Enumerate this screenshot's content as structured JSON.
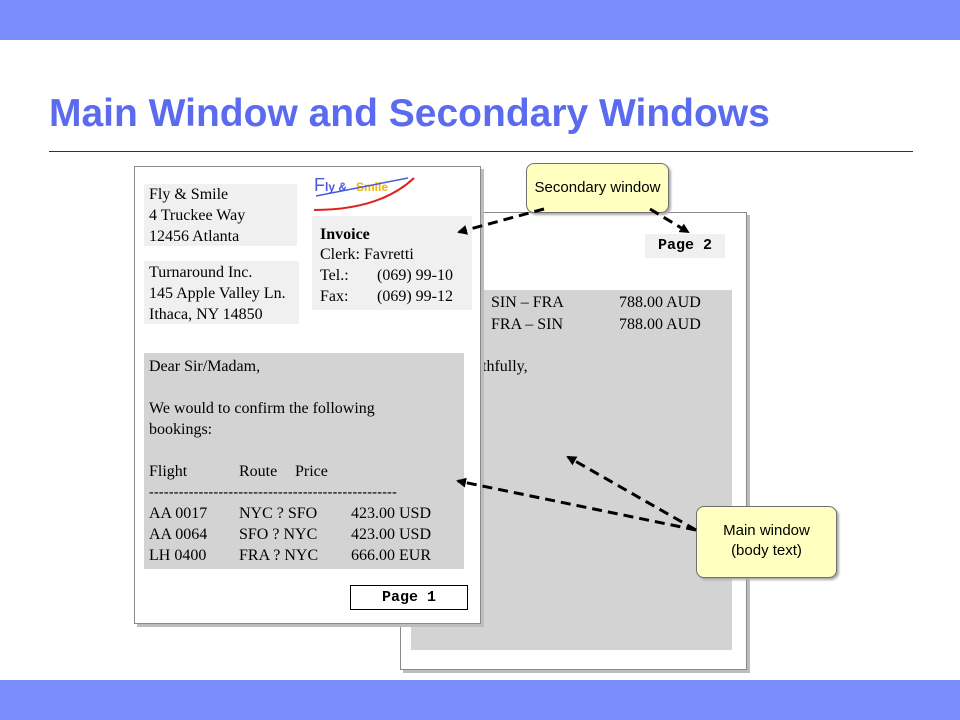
{
  "slide": {
    "title": "Main Window and Secondary Windows"
  },
  "page1": {
    "logo": {
      "first_letter": "F",
      "text_ly": "ly & ",
      "text_smile": "Smile"
    },
    "sender": [
      "Fly & Smile",
      "4 Truckee Way",
      "12456 Atlanta"
    ],
    "recipient": [
      "Turnaround Inc.",
      "145 Apple Valley Ln.",
      "Ithaca, NY 14850"
    ],
    "invoice": {
      "heading": "Invoice",
      "clerk": "Clerk: Favretti",
      "tel_label": "Tel.:",
      "tel_value": "(069) 99-10",
      "fax_label": "Fax:",
      "fax_value": "(069) 99-12"
    },
    "body": {
      "greeting": "Dear Sir/Madam,",
      "intro_1": "We would to confirm the following",
      "intro_2": "bookings:",
      "headers": [
        "Flight",
        "Route",
        "Price"
      ],
      "separator": "--------------------------------------------------",
      "rows": [
        {
          "flight": "AA  0017",
          "route": "NYC ? SFO",
          "price": "423.00 USD"
        },
        {
          "flight": "AA  0064",
          "route": "SFO ? NYC",
          "price": "423.00 USD"
        },
        {
          "flight": "LH  0400",
          "route": "FRA ? NYC",
          "price": "666.00 EUR"
        }
      ]
    },
    "page_label": "Page 1"
  },
  "page2": {
    "page_label": "Page 2",
    "rows": [
      {
        "route": "SIN –   FRA",
        "price": "788.00 AUD"
      },
      {
        "route": "FRA –   SIN",
        "price": "788.00 AUD"
      }
    ],
    "closing": "thfully,"
  },
  "callouts": {
    "secondary": "Secondary window",
    "main_line1": "Main window",
    "main_line2": "(body text)"
  },
  "colors": {
    "band": "#7b8cfc",
    "title": "#5a6bf0",
    "callout_fill": "#ffffc0",
    "body_fill": "#d3d3d3",
    "window_fill": "#f0f0f0"
  }
}
